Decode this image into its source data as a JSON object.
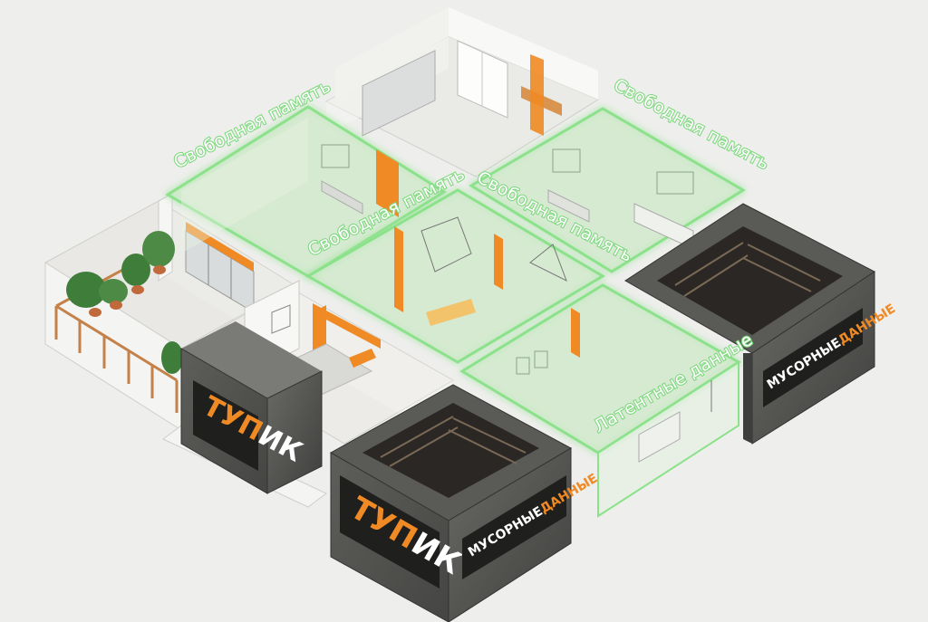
{
  "labels": {
    "free_memory_1": "Свободная память",
    "free_memory_2": "Свободная память",
    "free_memory_3": "Свободная память",
    "free_memory_4": "Свободная память",
    "latent_data": "Латентные данные"
  },
  "signs": {
    "deadend_1": {
      "accent": "ТУП",
      "rest": "ИК"
    },
    "deadend_2": {
      "accent": "ТУП",
      "rest": "ИК"
    },
    "garbage_1": {
      "rest": "МУСОРНЫЕ",
      "accent": "ДАННЫЕ"
    },
    "garbage_2": {
      "rest": "МУСОРНЫЕ",
      "accent": "ДАННЫЕ"
    }
  },
  "colors": {
    "background": "#eeeeec",
    "highlight_green": "#7fd87f",
    "accent_orange": "#f08a24",
    "concrete": "#555553",
    "wall_white": "#f7f7f5"
  }
}
